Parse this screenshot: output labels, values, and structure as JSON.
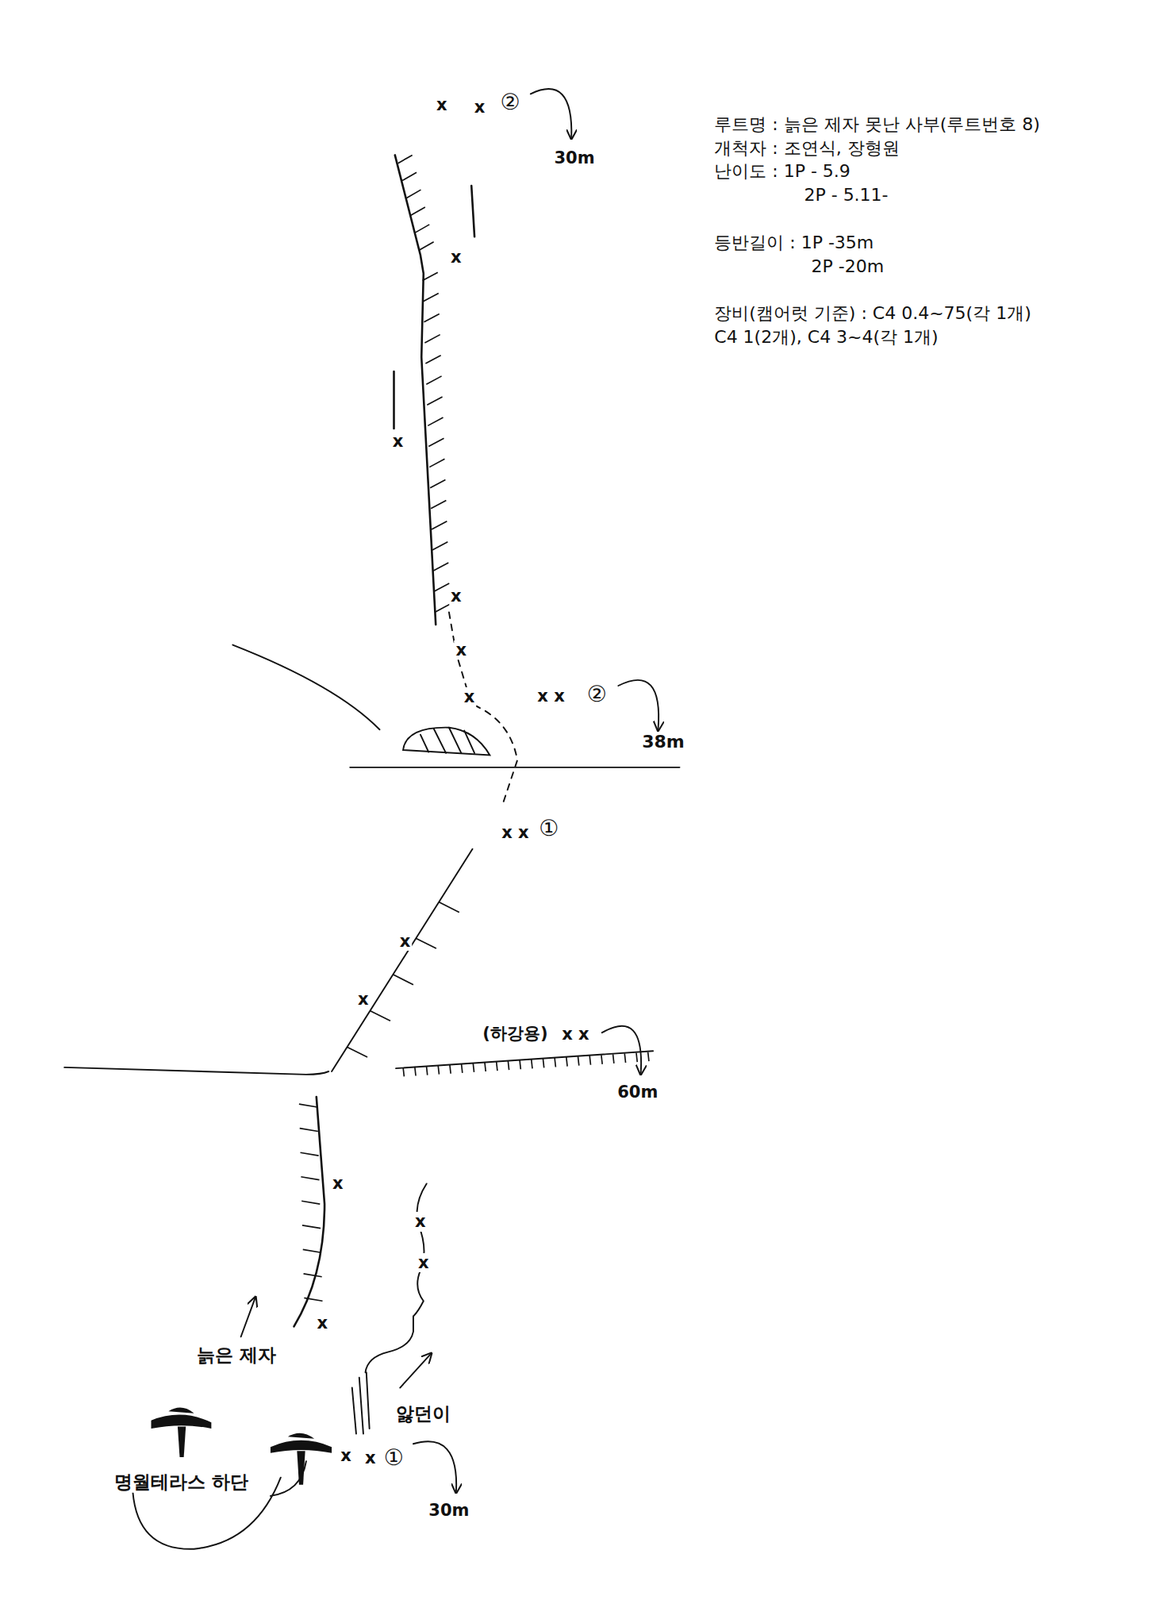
{
  "diagram": {
    "labels": [
      "x",
      "x",
      "②",
      "30m",
      "루트명 : 늙은 제자 못난 사부(루트번호 8)",
      "개척자 : 조연식, 장형원",
      "난이도 : 1P - 5.9",
      "2P - 5.11-",
      "등반길이 : 1P -35m",
      "2P -20m",
      "장비(캠어럿 기준) : C4 0.4~75(각 1개)",
      "C4 1(2개), C4 3~4(각 1개)",
      "x",
      "x",
      "x",
      "x",
      "x",
      "x x",
      "②",
      "38m",
      "x x",
      "①",
      "x",
      "x",
      "(하강용)",
      "x x",
      "60m",
      "x",
      "x",
      "x",
      "x",
      "늙은 제자",
      "앓던이",
      "명월테라스 하단",
      "x",
      "x",
      "①",
      "30m"
    ]
  }
}
